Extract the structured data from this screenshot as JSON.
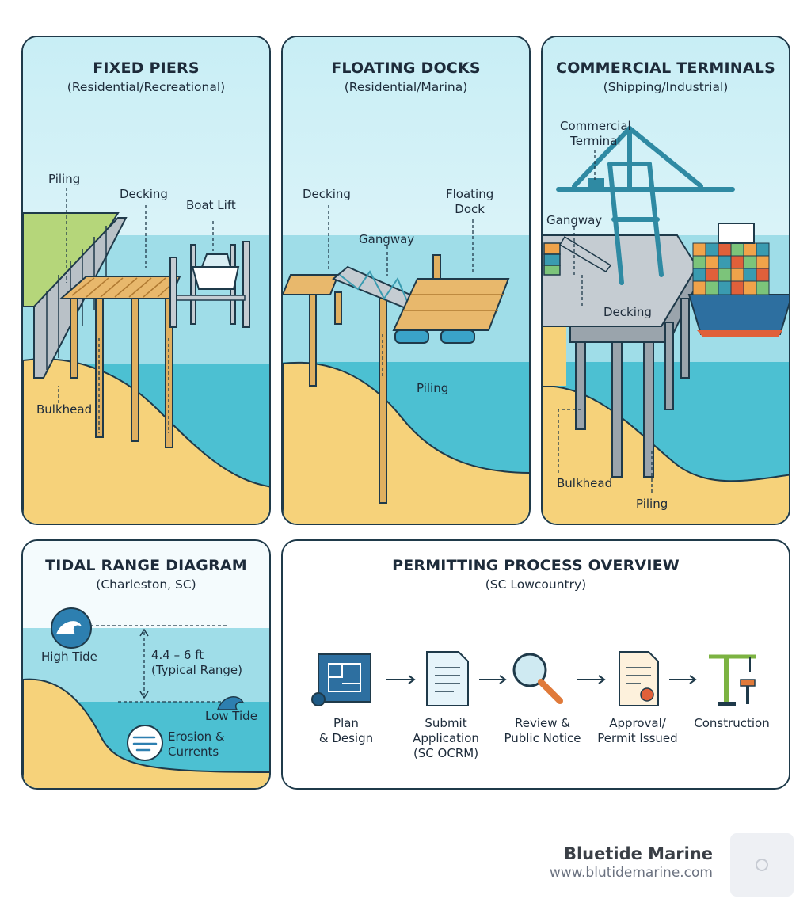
{
  "panels": {
    "fixed": {
      "title": "FIXED PIERS",
      "subtitle": "(Residential/Recreational)",
      "labels": {
        "piling": "Piling",
        "decking": "Decking",
        "boat_lift": "Boat Lift",
        "bulkhead": "Bulkhead"
      }
    },
    "floating": {
      "title": "FLOATING DOCKS",
      "subtitle": "(Residential/Marina)",
      "labels": {
        "decking": "Decking",
        "floating_dock": "Floating\nDock",
        "gangway": "Gangway",
        "piling": "Piling"
      }
    },
    "commercial": {
      "title": "COMMERCIAL TERMINALS",
      "subtitle": "(Shipping/Industrial)",
      "labels": {
        "terminal": "Commercial\nTerminal",
        "gangway": "Gangway",
        "decking": "Decking",
        "bulkhead": "Bulkhead",
        "piling": "Piling"
      }
    },
    "tidal": {
      "title": "TIDAL RANGE DIAGRAM",
      "subtitle": "(Charleston, SC)",
      "labels": {
        "high_tide": "High Tide",
        "range": "4.4 – 6 ft\n(Typical Range)",
        "low_tide": "Low Tide",
        "erosion": "Erosion &\nCurrents"
      }
    },
    "permitting": {
      "title": "PERMITTING PROCESS OVERVIEW",
      "subtitle": "(SC Lowcountry)",
      "steps": [
        "Plan\n& Design",
        "Submit\nApplication\n(SC OCRM)",
        "Review &\nPublic Notice",
        "Approval/\nPermit Issued",
        "Construction"
      ]
    }
  },
  "brand": {
    "name": "Bluetide Marine",
    "url": "www.blutidemarine.com"
  },
  "colors": {
    "outline": "#1f3a4a",
    "sky": "#e3f4f8",
    "water": "#8fd9e4",
    "deep_water": "#4cc0d2",
    "sand": "#f6d27a",
    "wood": "#e3b36a",
    "steel": "#3a9bb0"
  }
}
